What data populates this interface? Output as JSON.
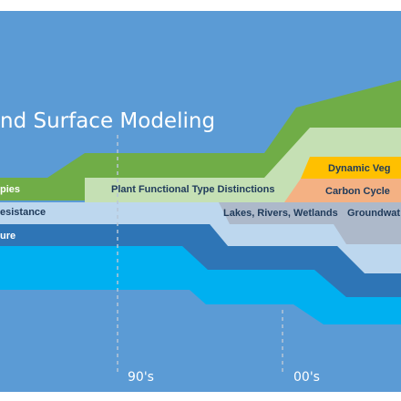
{
  "diagram": {
    "title": "nd Surface Modeling",
    "bands": {
      "canopies": "pies",
      "plant_functional_types": "Plant Functional Type Distinctions",
      "dynamic_veg": "Dynamic Veg",
      "carbon_cycle": "Carbon Cycle",
      "resistance": "esistance",
      "lakes_rivers_wetlands": "Lakes, Rivers, Wetlands",
      "groundwater": "Groundwat",
      "moisture": "ure"
    },
    "eras": {
      "nineties": "90's",
      "two_thousands": "00's"
    },
    "colors": {
      "background": "#5b9bd5",
      "green": "#70ad47",
      "light_green": "#c5e0b4",
      "orange": "#ffc000",
      "salmon": "#f4b183",
      "light_blue": "#bdd7ee",
      "gray": "#adb9ca",
      "dark_blue": "#2e75b6",
      "cyan": "#00b0f0"
    }
  }
}
